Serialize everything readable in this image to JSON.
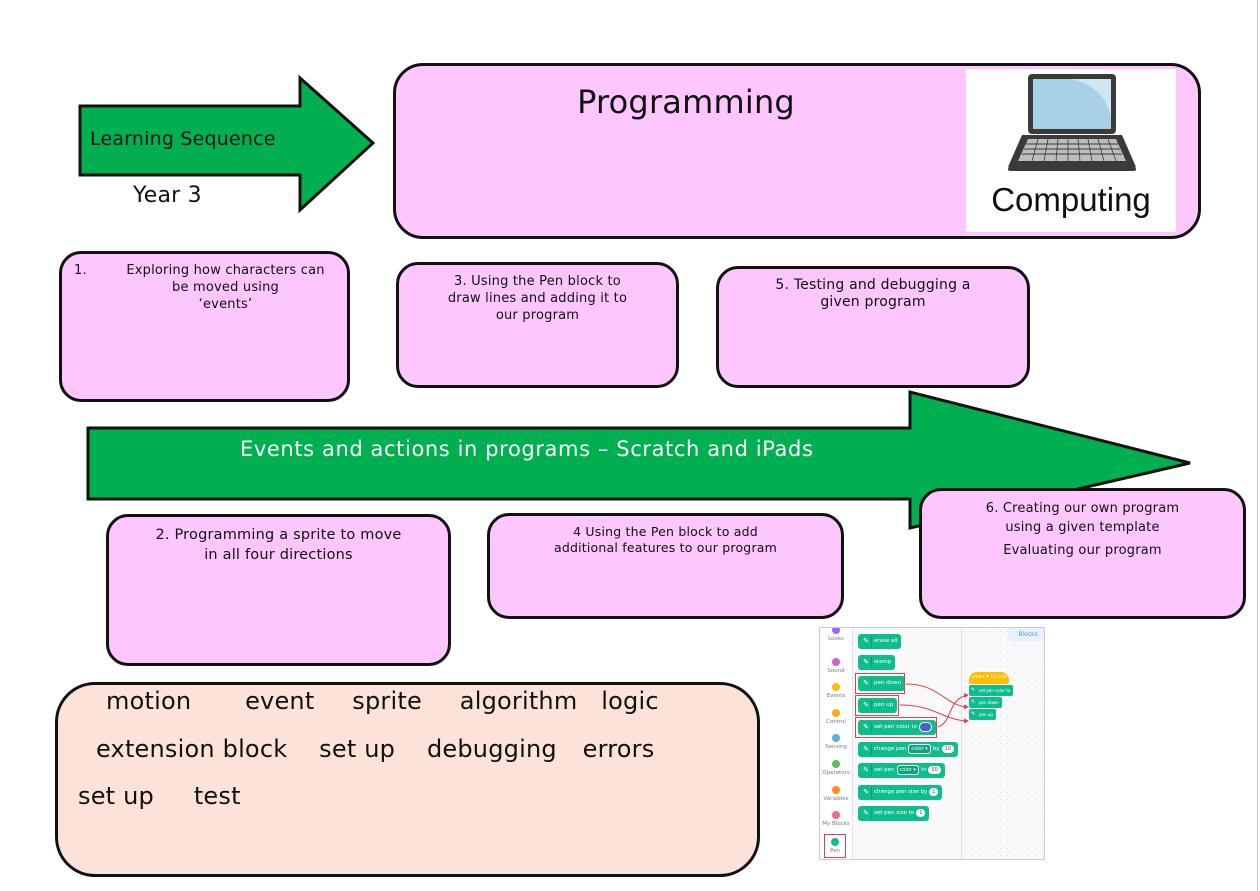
{
  "header": {
    "sequence_label": "Learning Sequence",
    "year_label": "Year 3",
    "title": "Programming",
    "subject_icon": "laptop-icon",
    "subject_label": "Computing"
  },
  "banner": {
    "label": "Events and actions in programs – Scratch and iPads"
  },
  "lessons": [
    {
      "number": "1.",
      "lines": [
        "Exploring how characters can be moved using",
        "‘events’"
      ]
    },
    {
      "number": "2.",
      "lines": [
        "2. Programming a sprite to move",
        "in all four directions"
      ]
    },
    {
      "number": "3.",
      "lines": [
        "3. Using the Pen block to",
        "draw lines and adding it to",
        "our program"
      ]
    },
    {
      "number": "4",
      "lines": [
        "4  Using the Pen block to add",
        "additional features to our program"
      ]
    },
    {
      "number": "5.",
      "lines": [
        "5. Testing and debugging a",
        "given program"
      ]
    },
    {
      "number": "6.",
      "lines": [
        "6. Creating our own program",
        "using a given template",
        "Evaluating our program"
      ]
    }
  ],
  "vocabulary": {
    "rows": [
      [
        "motion",
        "event",
        "sprite",
        "algorithm",
        "logic"
      ],
      [
        "extension block",
        "set up",
        "debugging",
        "errors"
      ],
      [
        "set up",
        "test"
      ]
    ]
  },
  "scratch": {
    "tab_label": "Blocks",
    "categories": [
      {
        "label": "Looks",
        "color": "#9966ff"
      },
      {
        "label": "Sound",
        "color": "#cf63cf"
      },
      {
        "label": "Events",
        "color": "#ffbf00"
      },
      {
        "label": "Control",
        "color": "#ffab19"
      },
      {
        "label": "Sensing",
        "color": "#5cb1d6"
      },
      {
        "label": "Operators",
        "color": "#59c059"
      },
      {
        "label": "Variables",
        "color": "#ff8c1a"
      },
      {
        "label": "My Blocks",
        "color": "#ff6680"
      },
      {
        "label": "Pen",
        "color": "#0fbd8c"
      }
    ],
    "palette_blocks": [
      {
        "label": "erase all"
      },
      {
        "label": "stamp"
      },
      {
        "label": "pen down"
      },
      {
        "label": "pen up"
      },
      {
        "label": "set pen color to",
        "swatch": "#4c5ccf"
      },
      {
        "label": "change pen",
        "dropdown": "color ▾",
        "mid": "by",
        "value": "10"
      },
      {
        "label": "set pen",
        "dropdown": "color ▾",
        "mid": "to",
        "value": "50"
      },
      {
        "label": "change pen size by",
        "value": "1"
      },
      {
        "label": "set pen size to",
        "value": "1"
      }
    ],
    "script": {
      "hat": "when ⚑ clicked",
      "blocks": [
        {
          "label": "set pen color to",
          "swatch": "#ff0000"
        },
        {
          "label": "pen down"
        },
        {
          "label": "pen up"
        }
      ]
    },
    "colors": {
      "highlight": "#e0404b",
      "pen_green": "#0fbd8c",
      "events_yellow": "#ffbf00"
    }
  },
  "colors": {
    "arrow_green": "#00b050",
    "card_pink": "#fdc6fd",
    "vocab_peach": "#fce3d9"
  }
}
